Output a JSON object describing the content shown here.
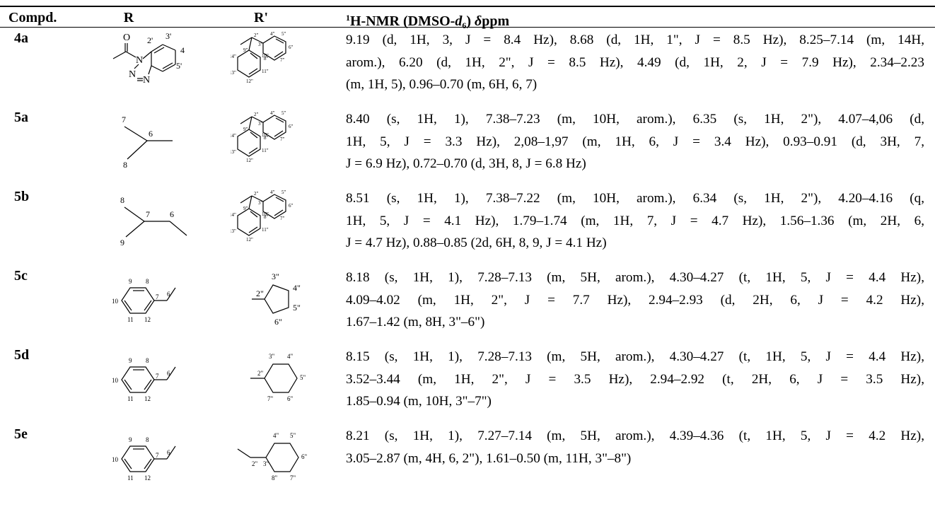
{
  "table": {
    "headers": {
      "compd": "Compd.",
      "r": "R",
      "r_prime": "R'",
      "nmr_sup": "1",
      "nmr_main": "H-NMR (DMSO-",
      "nmr_d": "d",
      "nmr_sub": "6",
      "nmr_close": ")",
      "nmr_delta": "δ",
      "nmr_unit": "ppm"
    },
    "rows": [
      {
        "compd": "4a",
        "r_labels": {
          "o": "O",
          "n1": "N",
          "n2": "N",
          "n3": "N",
          "l2": "2'",
          "l3": "3'",
          "l4": "4",
          "l5": "5'"
        },
        "rp_labels": {
          "a": "2\"",
          "b": "3\"",
          "c": "4\"",
          "d": "5\"",
          "e": "6\"",
          "f": "7\"",
          "g": "8\"",
          "h": "9\"",
          "i": "10\"",
          "j": "11\"",
          "k": "12\"",
          "l": "13\"",
          "m": "14\""
        },
        "nmr_lines": [
          "9.19 (d, 1H, 3, J = 8.4 Hz), 8.68 (d, 1H, 1\", J = 8.5 Hz), 8.25–7.14 (m, 14H,",
          "arom.), 6.20 (d, 1H, 2\", J = 8.5 Hz), 4.49 (d, 1H, 2, J = 7.9 Hz), 2.34–2.23",
          "(m, 1H, 5), 0.96–0.70 (m, 6H, 6, 7)"
        ]
      },
      {
        "compd": "5a",
        "r_labels": {
          "a": "7",
          "b": "6",
          "c": "8"
        },
        "rp_labels": {
          "a": "2\"",
          "b": "3\"",
          "c": "4\"",
          "d": "5\"",
          "e": "6\"",
          "f": "7\"",
          "g": "8\"",
          "h": "9\"",
          "i": "10\"",
          "j": "11\"",
          "k": "12\"",
          "l": "13\"",
          "m": "14\""
        },
        "nmr_lines": [
          "8.40 (s, 1H, 1), 7.38–7.23 (m, 10H, arom.), 6.35 (s, 1H, 2\"), 4.07–4,06 (d,",
          "1H, 5, J = 3.3 Hz), 2,08–1,97 (m, 1H, 6, J = 3.4 Hz), 0.93–0.91 (d, 3H, 7,",
          "J = 6.9 Hz), 0.72–0.70 (d, 3H, 8, J = 6.8 Hz)"
        ]
      },
      {
        "compd": "5b",
        "r_labels": {
          "a": "8",
          "b": "7",
          "c": "6",
          "d": "9"
        },
        "rp_labels": {
          "a": "2\"",
          "b": "3\"",
          "c": "4\"",
          "d": "5\"",
          "e": "6\"",
          "f": "7\"",
          "g": "8\"",
          "h": "9\"",
          "i": "10\"",
          "j": "11\"",
          "k": "12\"",
          "l": "13\"",
          "m": "14\""
        },
        "nmr_lines": [
          "8.51 (s, 1H, 1), 7.38–7.22 (m, 10H, arom.), 6.34 (s, 1H, 2\"), 4.20–4.16 (q,",
          "1H, 5, J = 4.1 Hz), 1.79–1.74 (m, 1H, 7, J = 4.7 Hz), 1.56–1.36 (m, 2H, 6,",
          "J = 4.7 Hz), 0.88–0.85 (2d, 6H, 8, 9, J = 4.1 Hz)"
        ]
      },
      {
        "compd": "5c",
        "r_labels": {
          "a": "9",
          "b": "8",
          "c": "7",
          "d": "6",
          "e": "10",
          "f": "11",
          "g": "12"
        },
        "rp_labels": {
          "a": "3\"",
          "b": "4\"",
          "c": "2\"",
          "d": "5\"",
          "e": "6\""
        },
        "nmr_lines": [
          "8.18 (s, 1H, 1), 7.28–7.13 (m, 5H, arom.), 4.30–4.27 (t, 1H, 5, J = 4.4 Hz),",
          "4.09–4.02 (m, 1H, 2\", J = 7.7 Hz), 2.94–2.93 (d, 2H, 6, J = 4.2 Hz),",
          "1.67–1.42 (m, 8H, 3\"–6\")"
        ]
      },
      {
        "compd": "5d",
        "r_labels": {
          "a": "9",
          "b": "8",
          "c": "7",
          "d": "6",
          "e": "10",
          "f": "11",
          "g": "12"
        },
        "rp_labels": {
          "a": "3\"",
          "b": "4\"",
          "c": "2\"",
          "d": "5\"",
          "e": "7\"",
          "f": "6\""
        },
        "nmr_lines": [
          "8.15 (s, 1H, 1), 7.28–7.13 (m, 5H, arom.), 4.30–4.27 (t, 1H, 5, J = 4.4 Hz),",
          "3.52–3.44 (m, 1H, 2\", J = 3.5 Hz), 2.94–2.92 (t, 2H, 6, J = 3.5 Hz),",
          "1.85–0.94 (m, 10H, 3\"–7\")"
        ]
      },
      {
        "compd": "5e",
        "r_labels": {
          "a": "9",
          "b": "8",
          "c": "7",
          "d": "6",
          "e": "10",
          "f": "11",
          "g": "12"
        },
        "rp_labels": {
          "a": "4\"",
          "b": "5\"",
          "c": "2\"",
          "d": "3\"",
          "e": "6\"",
          "f": "8\"",
          "g": "7\""
        },
        "nmr_lines": [
          "8.21 (s, 1H, 1), 7.27–7.14 (m, 5H, arom.), 4.39–4.36 (t, 1H, 5, J = 4.2 Hz),",
          "3.05–2.87 (m, 4H, 6, 2\"), 1.61–0.50 (m, 11H, 3\"–8\")"
        ]
      }
    ]
  }
}
